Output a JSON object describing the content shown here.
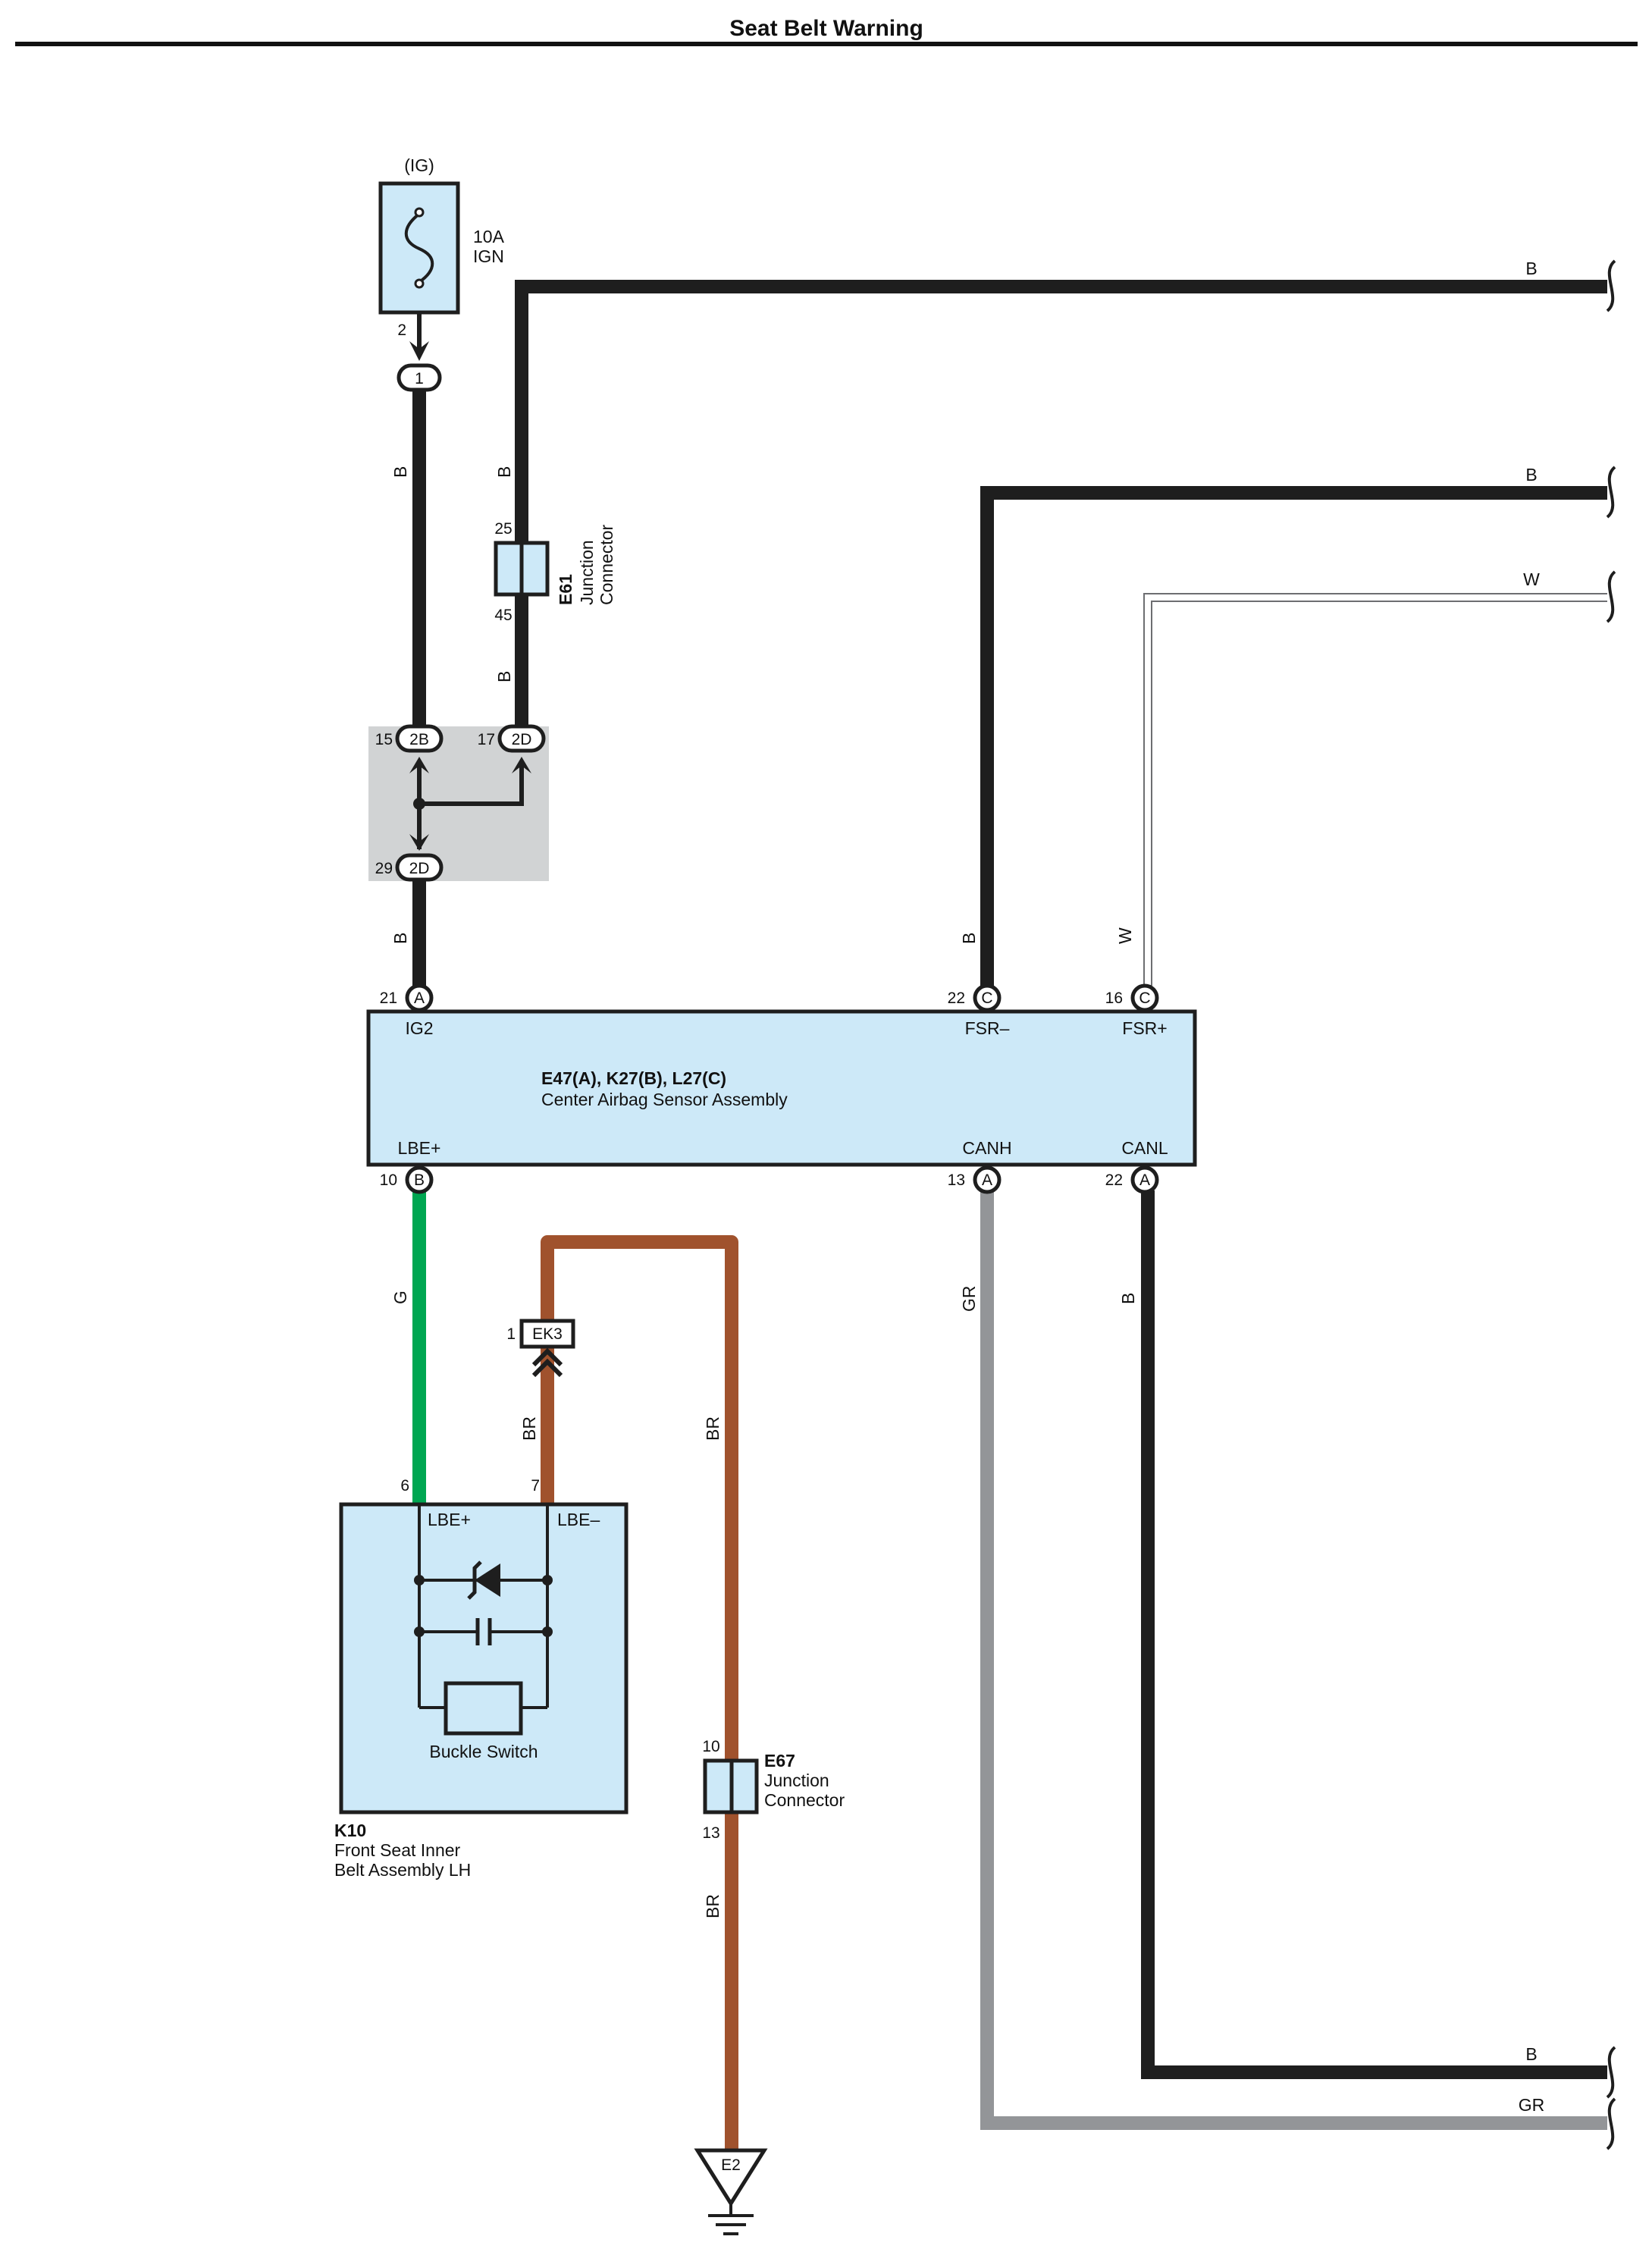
{
  "title": "Seat Belt Warning",
  "colors": {
    "wire_black": "#1e1e1e",
    "wire_green": "#00a651",
    "wire_brown": "#a0522d",
    "wire_gray": "#939598",
    "component_fill": "#cde9f8",
    "splice_fill": "#d1d3d4"
  },
  "fuse": {
    "supply": "(IG)",
    "rating": "10A",
    "name": "IGN",
    "pin": "2",
    "connector": "1"
  },
  "e61": {
    "id": "E61",
    "line1": "Junction",
    "line2": "Connector",
    "pin_top": "25",
    "pin_bottom": "45"
  },
  "splice": {
    "pins": [
      {
        "num": "15",
        "conn": "2B"
      },
      {
        "num": "17",
        "conn": "2D"
      },
      {
        "num": "29",
        "conn": "2D"
      }
    ]
  },
  "airbag": {
    "ids": "E47(A), K27(B), L27(C)",
    "name": "Center Airbag Sensor Assembly",
    "top_pins": [
      {
        "num": "21",
        "conn": "A",
        "label": "IG2"
      },
      {
        "num": "22",
        "conn": "C",
        "label": "FSR–"
      },
      {
        "num": "16",
        "conn": "C",
        "label": "FSR+"
      }
    ],
    "bottom_pins": [
      {
        "num": "10",
        "conn": "B",
        "label": "LBE+"
      },
      {
        "num": "13",
        "conn": "A",
        "label": "CANH"
      },
      {
        "num": "22",
        "conn": "A",
        "label": "CANL"
      }
    ]
  },
  "ek3": {
    "id": "EK3",
    "pin": "1"
  },
  "k10": {
    "id": "K10",
    "line1": "Front Seat Inner",
    "line2": "Belt Assembly LH",
    "pin_left": "6",
    "pin_right": "7",
    "term_left": "LBE+",
    "term_right": "LBE–",
    "switch": "Buckle Switch"
  },
  "e67": {
    "id": "E67",
    "line1": "Junction",
    "line2": "Connector",
    "pin_top": "10",
    "pin_bottom": "13"
  },
  "ground": {
    "id": "E2"
  },
  "wire_colors": {
    "b": "B",
    "w": "W",
    "g": "G",
    "br": "BR",
    "gr": "GR"
  }
}
